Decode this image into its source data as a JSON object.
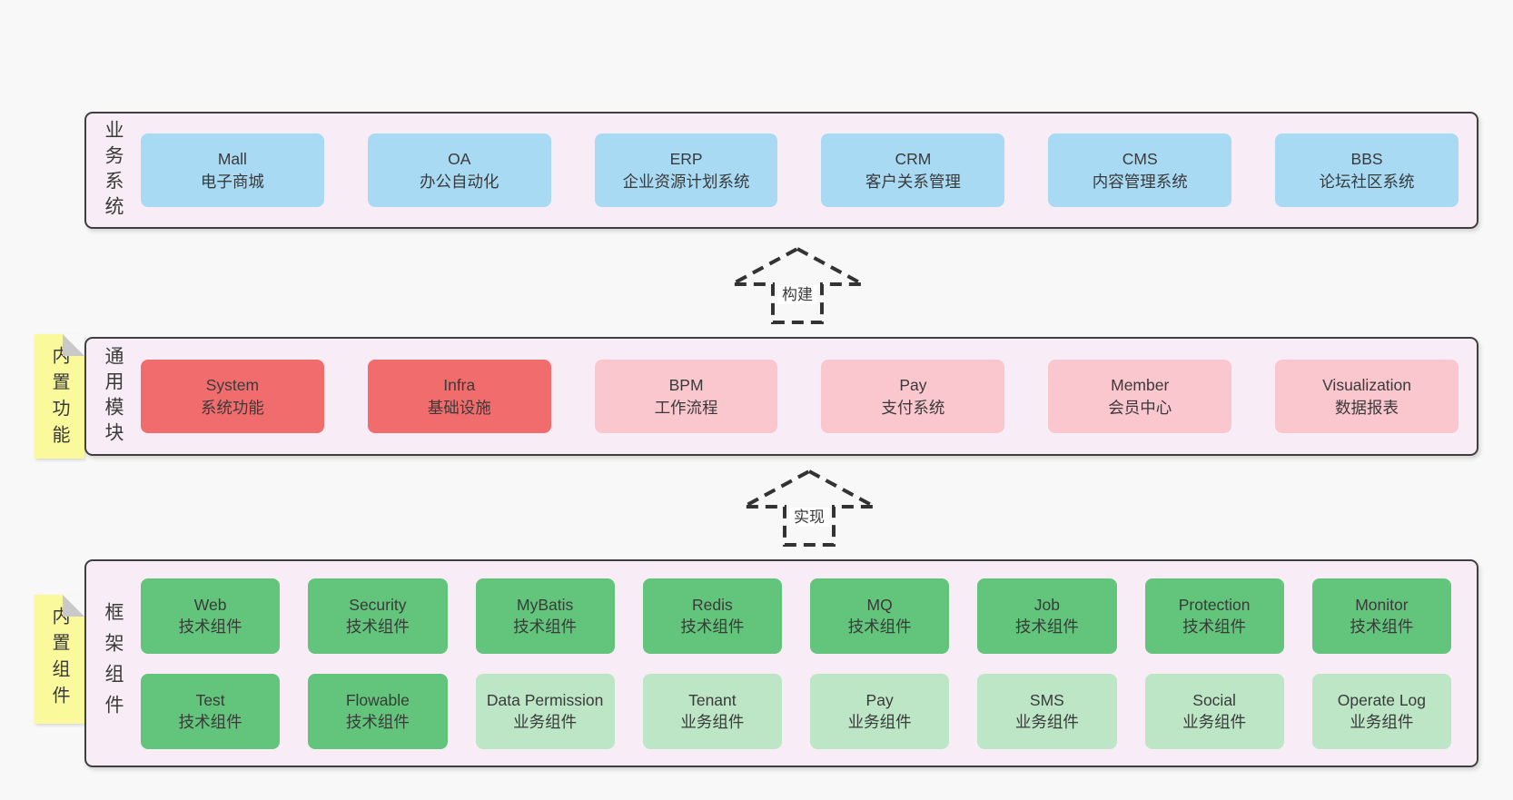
{
  "page": {
    "background": "#f8f8f8"
  },
  "colors": {
    "band_background": "#f8edf6",
    "band_border": "#3f3f3f",
    "text": "#3a3a3a",
    "business_box_blue": "#a8daf3",
    "module_box_red": "#f16d6d",
    "module_box_pink": "#fac7ce",
    "component_box_green": "#62c57b",
    "component_box_green_light": "#bce6c6",
    "note_yellow": "#fafa9d",
    "note_fold_gray": "#c9c9c9",
    "arrow_dash": "#333333"
  },
  "notes": [
    {
      "text": "内置功能"
    },
    {
      "text": "内置组件"
    }
  ],
  "arrows": [
    {
      "label": "构建"
    },
    {
      "label": "实现"
    }
  ],
  "bands": [
    {
      "label": "业务系统",
      "boxes": [
        {
          "en": "Mall",
          "zh": "电子商城"
        },
        {
          "en": "OA",
          "zh": "办公自动化"
        },
        {
          "en": "ERP",
          "zh": "企业资源计划系统"
        },
        {
          "en": "CRM",
          "zh": "客户关系管理"
        },
        {
          "en": "CMS",
          "zh": "内容管理系统"
        },
        {
          "en": "BBS",
          "zh": "论坛社区系统"
        }
      ]
    },
    {
      "label": "通用模块",
      "boxes": [
        {
          "en": "System",
          "zh": "系统功能"
        },
        {
          "en": "Infra",
          "zh": "基础设施"
        },
        {
          "en": "BPM",
          "zh": "工作流程"
        },
        {
          "en": "Pay",
          "zh": "支付系统"
        },
        {
          "en": "Member",
          "zh": "会员中心"
        },
        {
          "en": "Visualization",
          "zh": "数据报表"
        }
      ]
    },
    {
      "label": "框架组件",
      "row1": [
        {
          "en": "Web",
          "zh": "技术组件"
        },
        {
          "en": "Security",
          "zh": "技术组件"
        },
        {
          "en": "MyBatis",
          "zh": "技术组件"
        },
        {
          "en": "Redis",
          "zh": "技术组件"
        },
        {
          "en": "MQ",
          "zh": "技术组件"
        },
        {
          "en": "Job",
          "zh": "技术组件"
        },
        {
          "en": "Protection",
          "zh": "技术组件"
        },
        {
          "en": "Monitor",
          "zh": "技术组件"
        }
      ],
      "row2": [
        {
          "en": "Test",
          "zh": "技术组件"
        },
        {
          "en": "Flowable",
          "zh": "技术组件"
        },
        {
          "en": "Data Permission",
          "zh": "业务组件"
        },
        {
          "en": "Tenant",
          "zh": "业务组件"
        },
        {
          "en": "Pay",
          "zh": "业务组件"
        },
        {
          "en": "SMS",
          "zh": "业务组件"
        },
        {
          "en": "Social",
          "zh": "业务组件"
        },
        {
          "en": "Operate Log",
          "zh": "业务组件"
        }
      ]
    }
  ]
}
